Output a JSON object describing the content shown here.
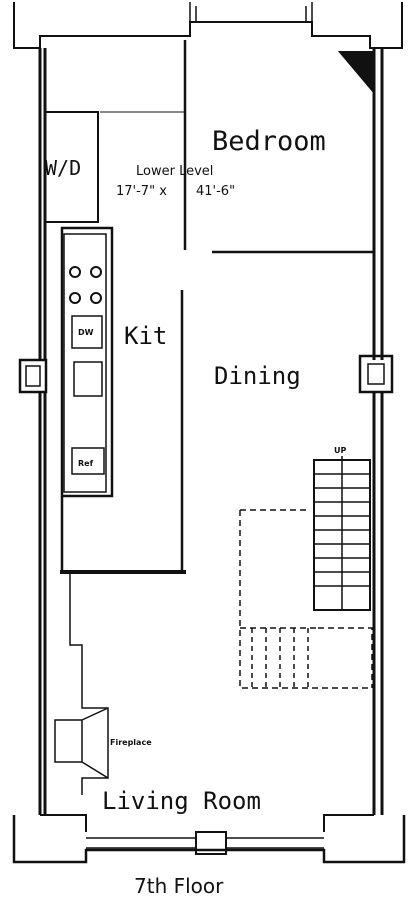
{
  "labels": {
    "bedroom": "Bedroom",
    "wd": "W/D",
    "lower_level": "Lower Level",
    "dim_width": "17'-7\" x",
    "dim_length": "41'-6\"",
    "kitchen": "Kit",
    "dw": "DW",
    "ref": "Ref",
    "dining": "Dining",
    "up": "UP",
    "fireplace": "Fireplace",
    "living_room": "Living Room",
    "floor": "7th Floor"
  }
}
